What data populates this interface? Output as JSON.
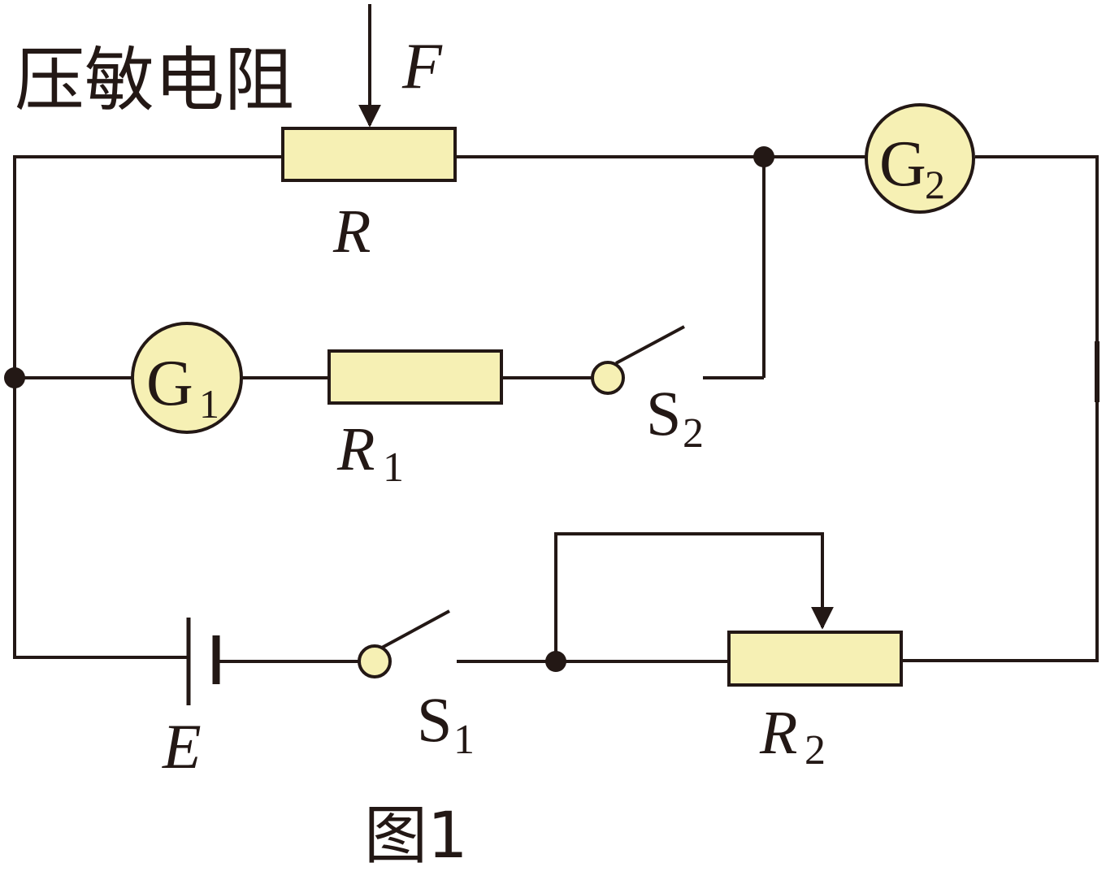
{
  "colors": {
    "component_fill": "#f6f0b4",
    "line": "#231815"
  },
  "labels": {
    "pressure_resistor": "压敏电阻",
    "force": "F",
    "R": "R",
    "R1": "R",
    "R1_sub": "1",
    "R2": "R",
    "R2_sub": "2",
    "G1": "G",
    "G1_sub": "1",
    "G2": "G",
    "G2_sub": "2",
    "S1": "S",
    "S1_sub": "1",
    "S2": "S",
    "S2_sub": "2",
    "E": "E",
    "caption": "图1"
  }
}
